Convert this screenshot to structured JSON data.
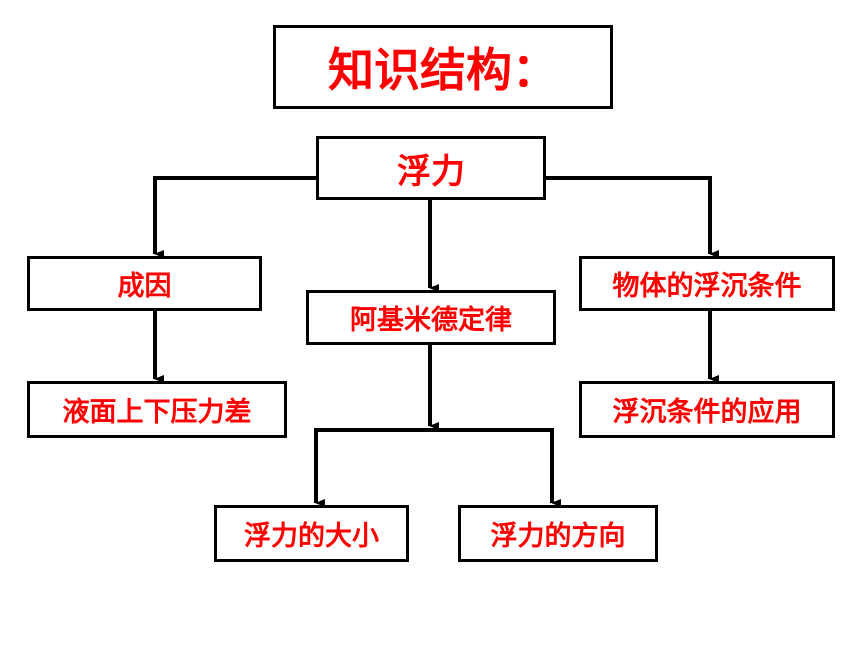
{
  "title": "知识结构：",
  "root": "浮力",
  "nodes": {
    "cause": "成因",
    "pressure_difference": "液面上下压力差",
    "archimedes": "阿基米德定律",
    "float_sink": "物体的浮沉条件",
    "float_sink_application": "浮沉条件的应用",
    "buoyancy_size": "浮力的大小",
    "buoyancy_direction": "浮力的方向"
  }
}
